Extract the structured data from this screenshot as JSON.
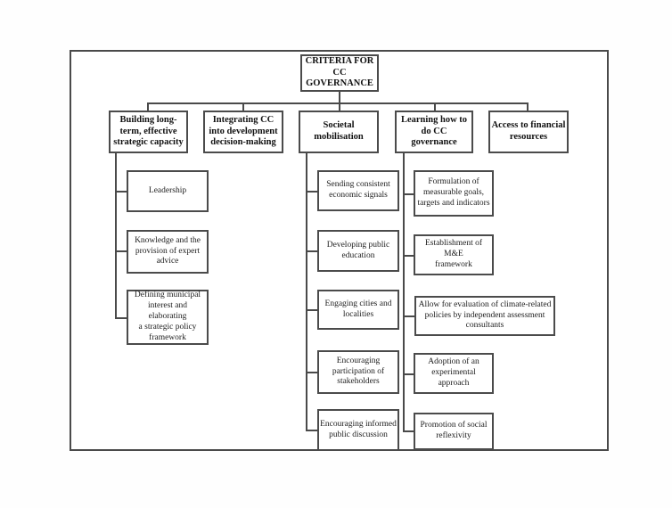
{
  "colors": {
    "border": "#4a4a4a",
    "text": "#111111",
    "background": "#ffffff"
  },
  "diagram": {
    "root": {
      "label": "CRITERIA FOR\nCC\nGOVERNANCE"
    },
    "branches": [
      {
        "label": "Building long-\nterm, effective\nstrategic capacity",
        "children": [
          "Leadership",
          "Knowledge and the\nprovision of expert\nadvice",
          "Defining municipal\ninterest and elaborating\na strategic policy\nframework"
        ]
      },
      {
        "label": "Integrating CC\ninto development\ndecision-making",
        "children": []
      },
      {
        "label": "Societal\nmobilisation",
        "children": [
          "Sending consistent\neconomic signals",
          "Developing public\neducation",
          "Engaging cities and\nlocalities",
          "Encouraging\nparticipation of\nstakeholders",
          "Encouraging informed\npublic discussion"
        ]
      },
      {
        "label": "Learning how to\ndo CC governance",
        "children": [
          "Formulation of\nmeasurable goals,\ntargets and indicators",
          "Establishment of M&E\nframework",
          "Allow for evaluation of climate-related\npolicies by independent assessment\nconsultants",
          "Adoption of an\nexperimental approach",
          "Promotion of social\nreflexivity"
        ]
      },
      {
        "label": "Access to financial\nresources",
        "children": []
      }
    ]
  }
}
